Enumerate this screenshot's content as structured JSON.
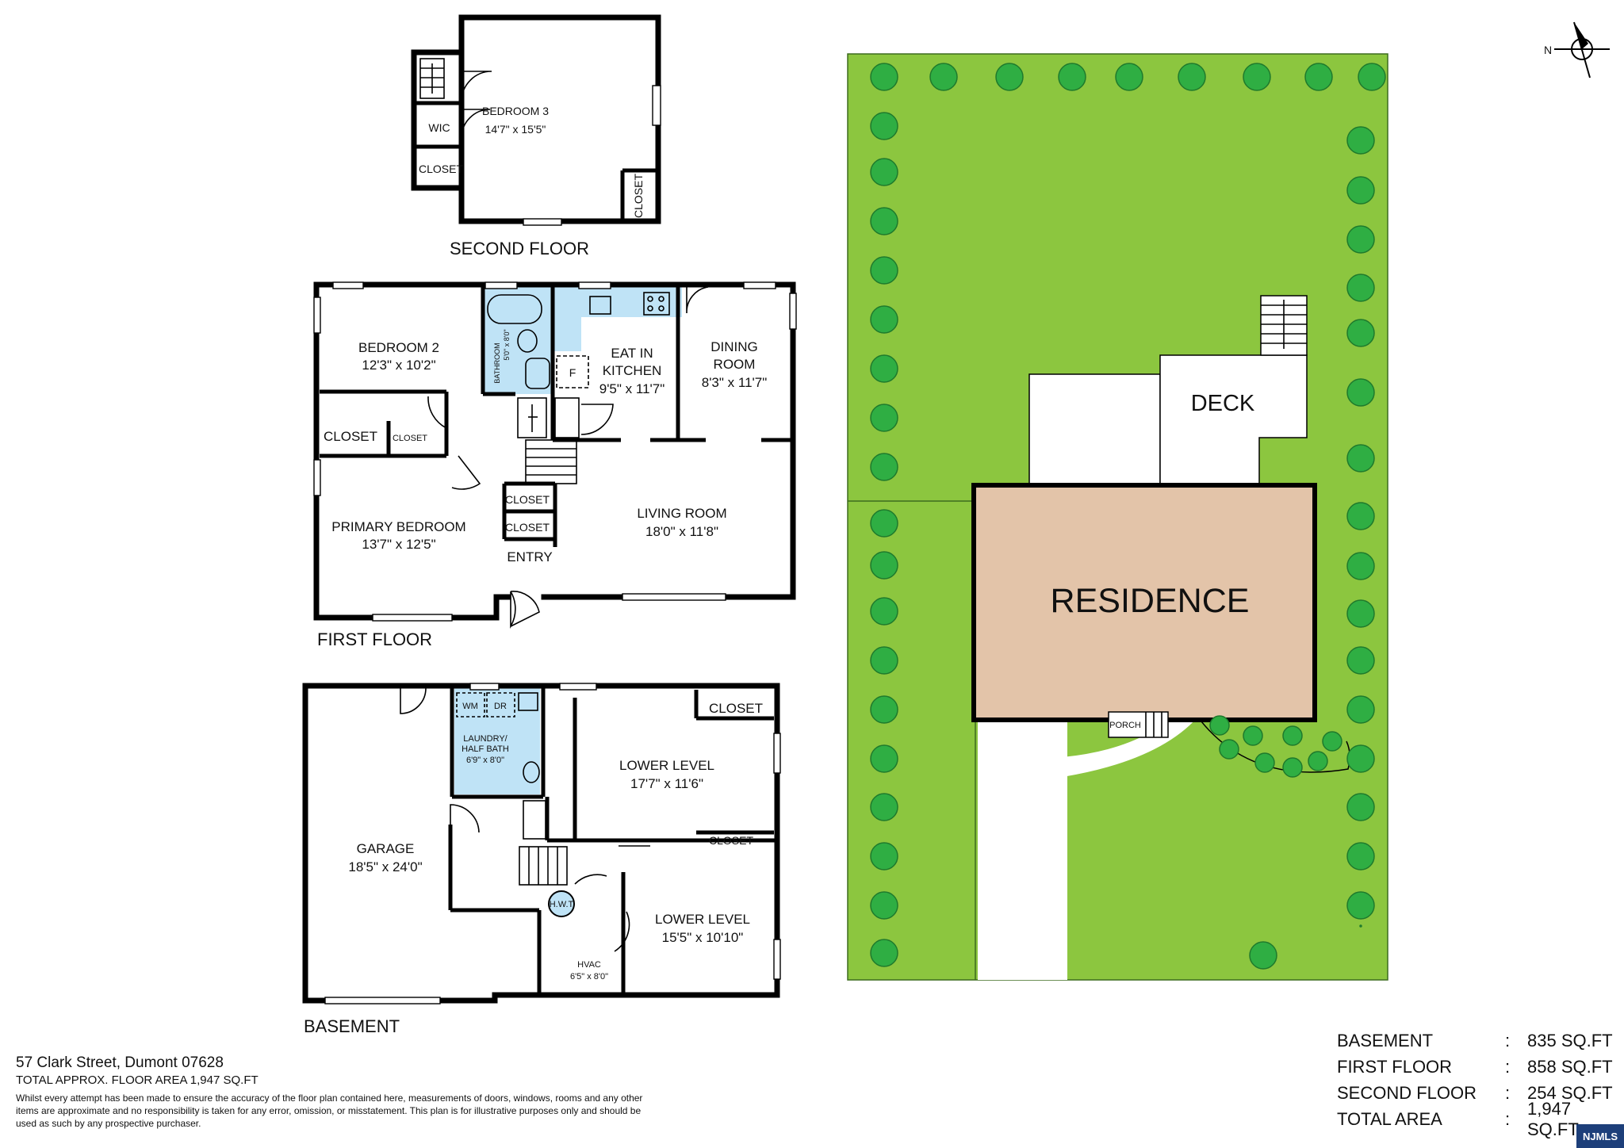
{
  "floors": {
    "second": {
      "label": "SECOND FLOOR",
      "bedroom3": {
        "name": "BEDROOM 3",
        "dims": "14'7\" x 15'5\""
      },
      "wic": "WIC",
      "closet_a": "CLOSET",
      "closet_b": "CLOSET"
    },
    "first": {
      "label": "FIRST FLOOR",
      "bedroom2": {
        "name": "BEDROOM 2",
        "dims": "12'3\" x 10'2\""
      },
      "bathroom": {
        "name": "BATHROOM",
        "dims": "5'0\" x 8'0\""
      },
      "kitchen": {
        "name1": "EAT IN",
        "name2": "KITCHEN",
        "dims": "9'5\" x 11'7\""
      },
      "fridge": "F",
      "dining": {
        "name1": "DINING",
        "name2": "ROOM",
        "dims": "8'3\" x 11'7\""
      },
      "closet_big": "CLOSET",
      "closet_small": "CLOSET",
      "primary": {
        "name": "PRIMARY BEDROOM",
        "dims": "13'7\" x 12'5\""
      },
      "closet_hall1": "CLOSET",
      "closet_hall2": "CLOSET",
      "living": {
        "name": "LIVING ROOM",
        "dims": "18'0\" x 11'8\""
      },
      "entry": "ENTRY"
    },
    "basement": {
      "label": "BASEMENT",
      "wm": "WM",
      "dr": "DR",
      "laundry": {
        "name1": "LAUNDRY/",
        "name2": "HALF BATH",
        "dims": "6'9\" x 8'0\""
      },
      "garage": {
        "name": "GARAGE",
        "dims": "18'5\" x 24'0\""
      },
      "closet_a": "CLOSET",
      "lower1": {
        "name": "LOWER LEVEL",
        "dims": "17'7\" x 11'6\""
      },
      "closet_b": "CLOSET",
      "hwt": "H.W.T",
      "lower2": {
        "name": "LOWER LEVEL",
        "dims": "15'5\" x 10'10\""
      },
      "hvac": {
        "name": "HVAC",
        "dims": "6'5\" x 8'0\""
      }
    }
  },
  "site": {
    "residence": "RESIDENCE",
    "deck": "DECK",
    "porch": "PORCH",
    "north": "N",
    "colors": {
      "lawn": "#8cc63f",
      "residence": "#e3c4a9",
      "tree": "#2fae43",
      "fixture": "#bfe3f6"
    }
  },
  "footer": {
    "address": "57 Clark Street, Dumont 07628",
    "total_area": "TOTAL APPROX. FLOOR AREA 1,947 SQ.FT",
    "disclaimer": "Whilst every attempt has been made to ensure the accuracy of the floor plan contained here, measurements of doors, windows, rooms and any other items are approximate and no responsibility is taken for any error, omission, or misstatement. This plan is for illustrative purposes only and should be used as such by any prospective purchaser."
  },
  "areas": [
    {
      "name": "BASEMENT",
      "sep": ":",
      "value": "835 SQ.FT"
    },
    {
      "name": "FIRST FLOOR",
      "sep": ":",
      "value": "858 SQ.FT"
    },
    {
      "name": "SECOND FLOOR",
      "sep": ":",
      "value": "254 SQ.FT"
    },
    {
      "name": "TOTAL AREA",
      "sep": ":",
      "value": "1,947 SQ.FT"
    }
  ],
  "watermark": "NJMLS"
}
